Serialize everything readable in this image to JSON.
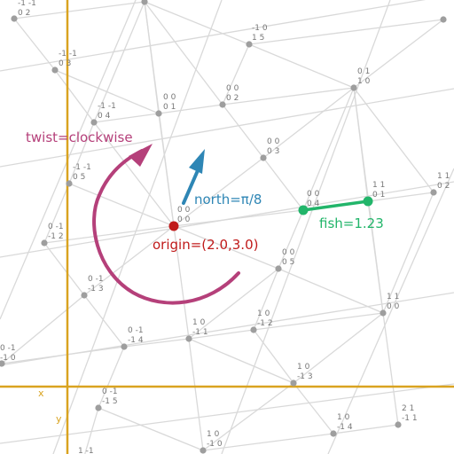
{
  "colors": {
    "grid": "#d9d9d9",
    "node": "#9e9e9e",
    "label": "#777777",
    "axis": "#d9a320",
    "twist": "#b5407a",
    "north": "#2e86b5",
    "origin": "#c01a1a",
    "fish": "#22b56a"
  },
  "axes": {
    "x_label": "x",
    "y_label": "y"
  },
  "annotations": {
    "twist": "twist=clockwise",
    "north": "north=π/8",
    "origin": "origin=(2.0,3.0)",
    "fish": "fish=1.23"
  },
  "nodes": [
    {
      "id": "n0",
      "line1": "-1 -1",
      "line2": "0 2"
    },
    {
      "id": "n1",
      "line1": "",
      "line2": ""
    },
    {
      "id": "n2",
      "line1": "-1 0",
      "line2": "1 5"
    },
    {
      "id": "n3",
      "line1": "",
      "line2": ""
    },
    {
      "id": "n4",
      "line1": "-1 -1",
      "line2": "0 3"
    },
    {
      "id": "n5",
      "line1": "0 1",
      "line2": "1 0"
    },
    {
      "id": "n6",
      "line1": "-1 -1",
      "line2": "0 4"
    },
    {
      "id": "n7",
      "line1": "0 0",
      "line2": "0 1"
    },
    {
      "id": "n8",
      "line1": "0 0",
      "line2": "0 2"
    },
    {
      "id": "n9",
      "line1": "0 0",
      "line2": "0 3"
    },
    {
      "id": "n10",
      "line1": "-1 -1",
      "line2": "0 5"
    },
    {
      "id": "n11",
      "line1": "1 1",
      "line2": "0 2"
    },
    {
      "id": "n12",
      "line1": "0 0",
      "line2": "0 4"
    },
    {
      "id": "n13",
      "line1": "1 1",
      "line2": "0 1"
    },
    {
      "id": "n14",
      "line1": "0 0",
      "line2": "0 0"
    },
    {
      "id": "n15",
      "line1": "0 -1",
      "line2": "-1 2"
    },
    {
      "id": "n16",
      "line1": "0 0",
      "line2": "0 5"
    },
    {
      "id": "n17",
      "line1": "0 -1",
      "line2": "-1 3"
    },
    {
      "id": "n18",
      "line1": "1 1",
      "line2": "0 0"
    },
    {
      "id": "n19",
      "line1": "1 0",
      "line2": "-1 2"
    },
    {
      "id": "n20",
      "line1": "1 0",
      "line2": "-1 1"
    },
    {
      "id": "n21",
      "line1": "0 -1",
      "line2": "-1 4"
    },
    {
      "id": "n22",
      "line1": "0 -1",
      "line2": "-1 0"
    },
    {
      "id": "n23",
      "line1": "1 0",
      "line2": "-1 3"
    },
    {
      "id": "n24",
      "line1": "0 -1",
      "line2": "-1 5"
    },
    {
      "id": "n25",
      "line1": "1 0",
      "line2": "-1 4"
    },
    {
      "id": "n26",
      "line1": "2 1",
      "line2": "-1 1"
    },
    {
      "id": "n27",
      "line1": "1 0",
      "line2": "-1 0"
    },
    {
      "id": "n28",
      "line1": "1 -1",
      "line2": ""
    }
  ]
}
